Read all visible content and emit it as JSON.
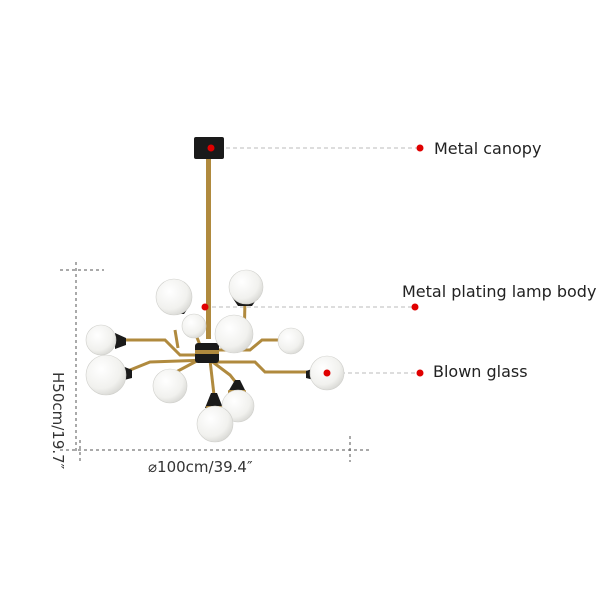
{
  "callouts": {
    "canopy": "Metal canopy",
    "lamp_body": "Metal plating lamp body",
    "glass": "Blown glass"
  },
  "dimensions": {
    "width": "⌀100cm/39.4″",
    "height": "H50cm/19.7″"
  },
  "colors": {
    "callout_dot": "#e00000",
    "leader_line": "#bbbbbb",
    "brass": "#b08a3e",
    "black": "#1a1a1a",
    "glass": "#f4f4f2"
  }
}
